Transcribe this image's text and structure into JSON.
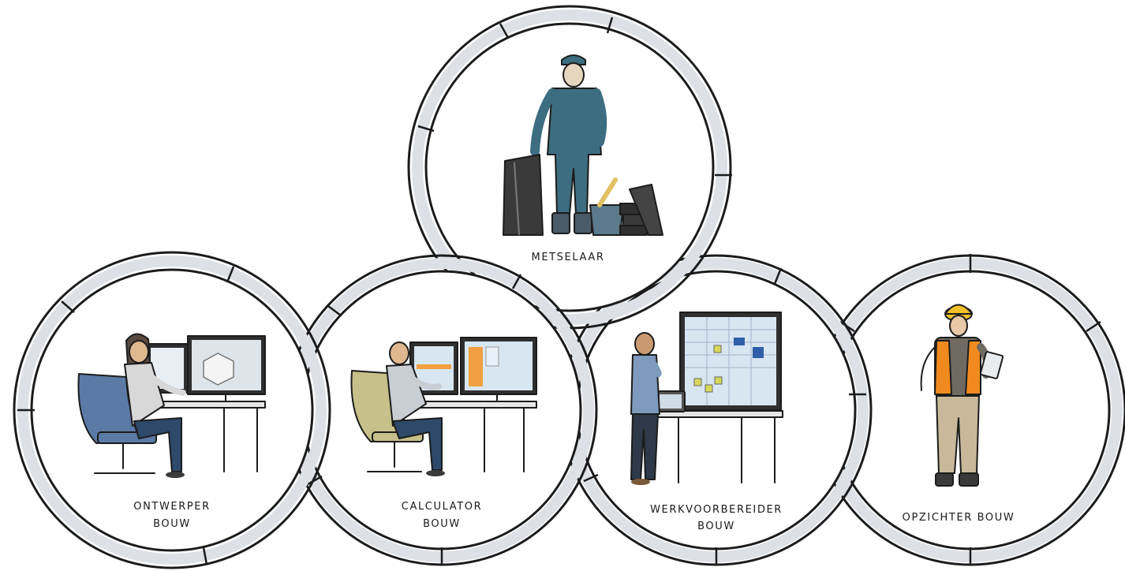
{
  "roles": [
    {
      "id": "metselaar",
      "lines": [
        "METSELAAR",
        ""
      ]
    },
    {
      "id": "ontwerper",
      "lines": [
        "ONTWERPER",
        "BOUW"
      ]
    },
    {
      "id": "calculator",
      "lines": [
        "CALCULATOR",
        "BOUW"
      ]
    },
    {
      "id": "werkvoorbereider",
      "lines": [
        "WERKVOORBEREIDER",
        "BOUW"
      ]
    },
    {
      "id": "opzichter",
      "lines": [
        "OPZICHTER BOUW",
        ""
      ]
    }
  ],
  "colors": {
    "ring_band": "#dde1e6",
    "ink": "#1c1c1c",
    "worker_overall": "#3d6d80",
    "monitor_screen": "#d8e6f2",
    "chair_blue": "#5b7aa6",
    "chair_olive": "#c7c08a",
    "vest_orange": "#f08a1e",
    "helmet_yellow": "#f2c22a",
    "shirt_blue": "#7e9bbd",
    "trousers_khaki": "#c9b99a"
  }
}
